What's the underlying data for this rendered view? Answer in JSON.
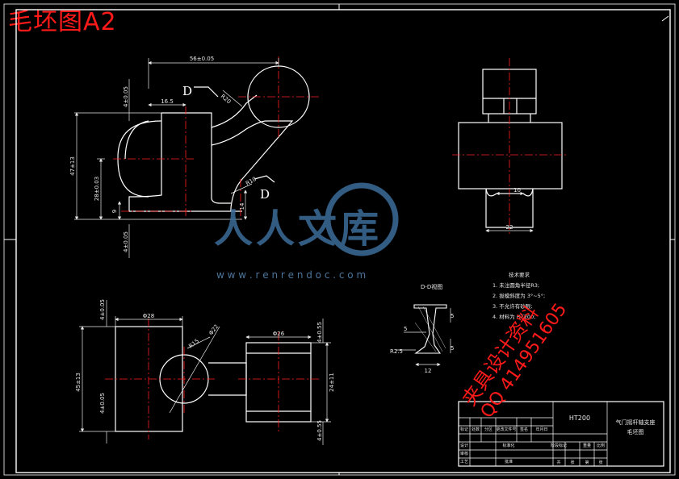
{
  "title": "毛坯图A2",
  "colors": {
    "background": "#000000",
    "line": "#ffffff",
    "center": "#ff2020",
    "dim": "#e8e8e8",
    "watermark": "#3d6d9a",
    "stamp": "#ff2020"
  },
  "dimensions": {
    "d56": "56±0.05",
    "d4top": "4±0.05",
    "d165": "16.5",
    "dR20": "R20",
    "d47": "47±13",
    "d28": "28±0.03",
    "d9": "9",
    "dR10": "R10",
    "d14": "14",
    "d4bot": "4±0.05",
    "d10": "10",
    "d22": "22",
    "d28b": "Φ28",
    "d4lv1": "4±0.05",
    "d45": "45±13",
    "d4lv2": "4±0.05",
    "dR15": "R15",
    "d22b": "Φ22",
    "d26": "Φ26",
    "d4rv1": "4±0.55",
    "d24": "24±11",
    "d4rv2": "4±0.55",
    "dR25": "R2.5",
    "d5a": "5",
    "d5b": "5",
    "d5c": "5",
    "d12": "12"
  },
  "section_labels": {
    "d_top": "D",
    "d_bottom": "D",
    "section_title": "D-D视图"
  },
  "notes": {
    "heading": "技术要求",
    "lines": [
      "1. 未注圆角半径R3;",
      "2. 拔模斜度为 3°~5°;",
      "3. 不允许有砂眼;",
      "4. 材料为 HT200;"
    ]
  },
  "title_block": {
    "material": "HT200",
    "part_name": "气门摇杆轴支座",
    "drawing_name": "毛坯图",
    "row_labels": [
      "标记",
      "处数",
      "分区",
      "更改文件号",
      "签名",
      "年月日"
    ],
    "bottom_labels": [
      "设计",
      "标准化",
      "阶段标记",
      "重量",
      "比例"
    ],
    "bottom_labels2": [
      "审核",
      "工艺",
      "批准",
      "共",
      "张",
      "第",
      "张"
    ]
  },
  "watermark": {
    "brand": "人人文库",
    "url": "w w w . r e n r e n d o c . c o m"
  },
  "stamp": {
    "line1": "夹具设计资料",
    "line2": "QQ 414951605"
  }
}
